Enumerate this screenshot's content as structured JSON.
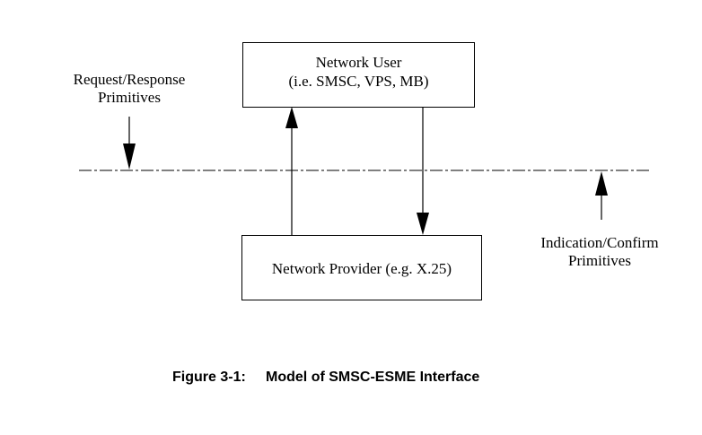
{
  "diagram": {
    "network_user": {
      "line1": "Network User",
      "line2": "(i.e. SMSC, VPS, MB)"
    },
    "network_provider": {
      "label": "Network Provider (e.g. X.25)"
    },
    "request_label": {
      "line1": "Request/Response",
      "line2": "Primitives"
    },
    "indication_label": {
      "line1": "Indication/Confirm",
      "line2": "Primitives"
    }
  },
  "caption": {
    "figure_number": "Figure 3-1:",
    "title": "Model of SMSC-ESME Interface"
  }
}
